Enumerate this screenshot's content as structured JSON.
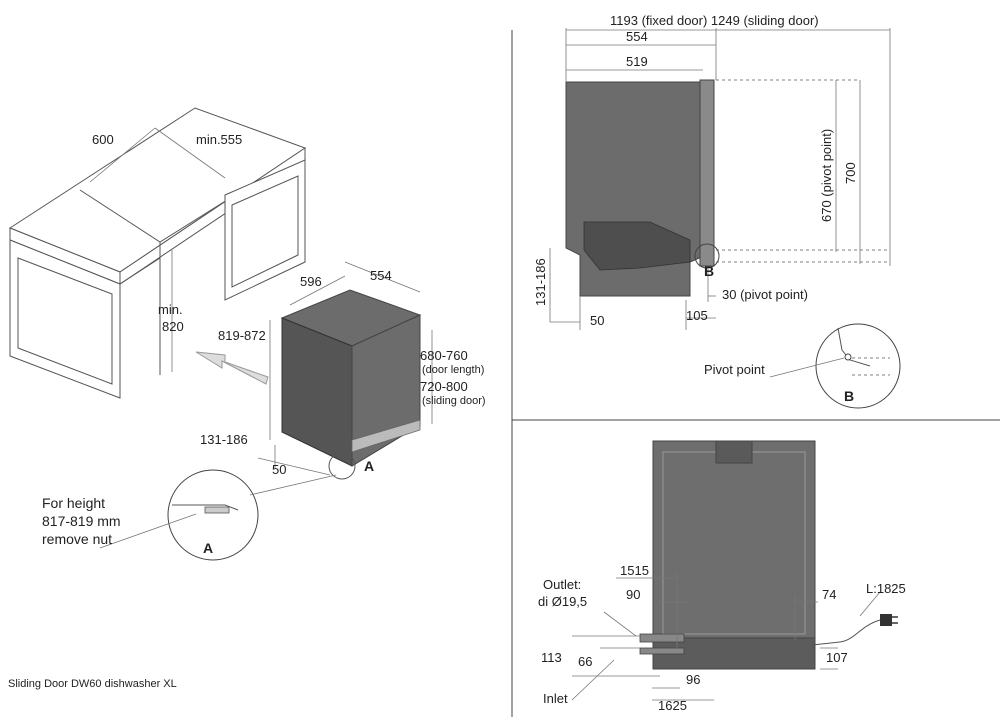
{
  "caption": "Sliding Door DW60 dishwasher XL",
  "top_left": {
    "cabinet_width": "600",
    "cabinet_depth": "min.555",
    "cabinet_height_line1": "min.",
    "cabinet_height_line2": "820",
    "unit_width": "596",
    "unit_depth": "554",
    "unit_height": "819-872",
    "plinth": "131-186",
    "foot": "50",
    "door_length_value": "680-760",
    "door_length_note": "(door length)",
    "sliding_door_value": "720-800",
    "sliding_door_note": "(sliding door)",
    "detail_marker": "A",
    "note_line1": "For height",
    "note_line2": "817-819 mm",
    "note_line3": "remove nut",
    "detail_label": "A"
  },
  "top_right": {
    "overall": "1193 (fixed door) 1249 (sliding door)",
    "depth_554": "554",
    "depth_519": "519",
    "height_700": "700",
    "pivot_height": "670 (pivot point)",
    "plinth": "131-186",
    "foot": "50",
    "offset_105": "105",
    "pivot_offset": "30 (pivot point)",
    "marker_b": "B",
    "pivot_label": "Pivot point",
    "detail_label": "B"
  },
  "bottom_right": {
    "outlet_line1": "Outlet:",
    "outlet_line2": "di Ø19,5",
    "inlet": "Inlet",
    "d1515": "1515",
    "d90": "90",
    "d74": "74",
    "cable": "L:1825",
    "d113": "113",
    "d66": "66",
    "d96": "96",
    "d1625": "1625",
    "d107": "107"
  }
}
